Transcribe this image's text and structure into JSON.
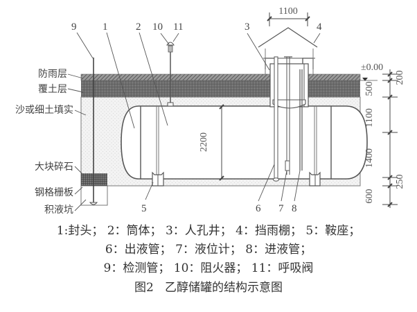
{
  "figure": {
    "title": "图2   乙醇储罐的结构示意图",
    "legend_lines": [
      "1:封头； 2：筒体； 3：人孔井； 4：挡雨棚； 5：鞍座；",
      "6：出液管； 7：液位计； 8：进液管；",
      "9：检测管； 10：阻火器； 11：呼吸阀"
    ],
    "legend_items": [
      {
        "num": "1",
        "name": "封头"
      },
      {
        "num": "2",
        "name": "筒体"
      },
      {
        "num": "3",
        "name": "人孔井"
      },
      {
        "num": "4",
        "name": "挡雨棚"
      },
      {
        "num": "5",
        "name": "鞍座"
      },
      {
        "num": "6",
        "name": "出液管"
      },
      {
        "num": "7",
        "name": "液位计"
      },
      {
        "num": "8",
        "name": "进液管"
      },
      {
        "num": "9",
        "name": "检测管"
      },
      {
        "num": "10",
        "name": "阻火器"
      },
      {
        "num": "11",
        "name": "呼吸阀"
      }
    ]
  },
  "layer_labels": {
    "rain_layer": "防雨层",
    "soil_cover": "覆土层",
    "sand_fill": "沙或细土填实",
    "gravel": "大块碎石",
    "steel_grating": "钢格栅板",
    "sump": "积液坑"
  },
  "callouts": {
    "n1": "1",
    "n2": "2",
    "n3": "3",
    "n4": "4",
    "n5": "5",
    "n6": "6",
    "n7": "7",
    "n8": "8",
    "n9": "9",
    "n10": "10",
    "n11": "11"
  },
  "dimensions": {
    "manhole_width": "1100",
    "tank_diameter": "2200",
    "elevation": "±0.00",
    "vertical": [
      "200",
      "500",
      "1100",
      "1400",
      "250",
      "600"
    ]
  },
  "colors": {
    "line": "#555555",
    "hatch_dark": "#6e6e6e",
    "sand": "#f2f2f2"
  }
}
